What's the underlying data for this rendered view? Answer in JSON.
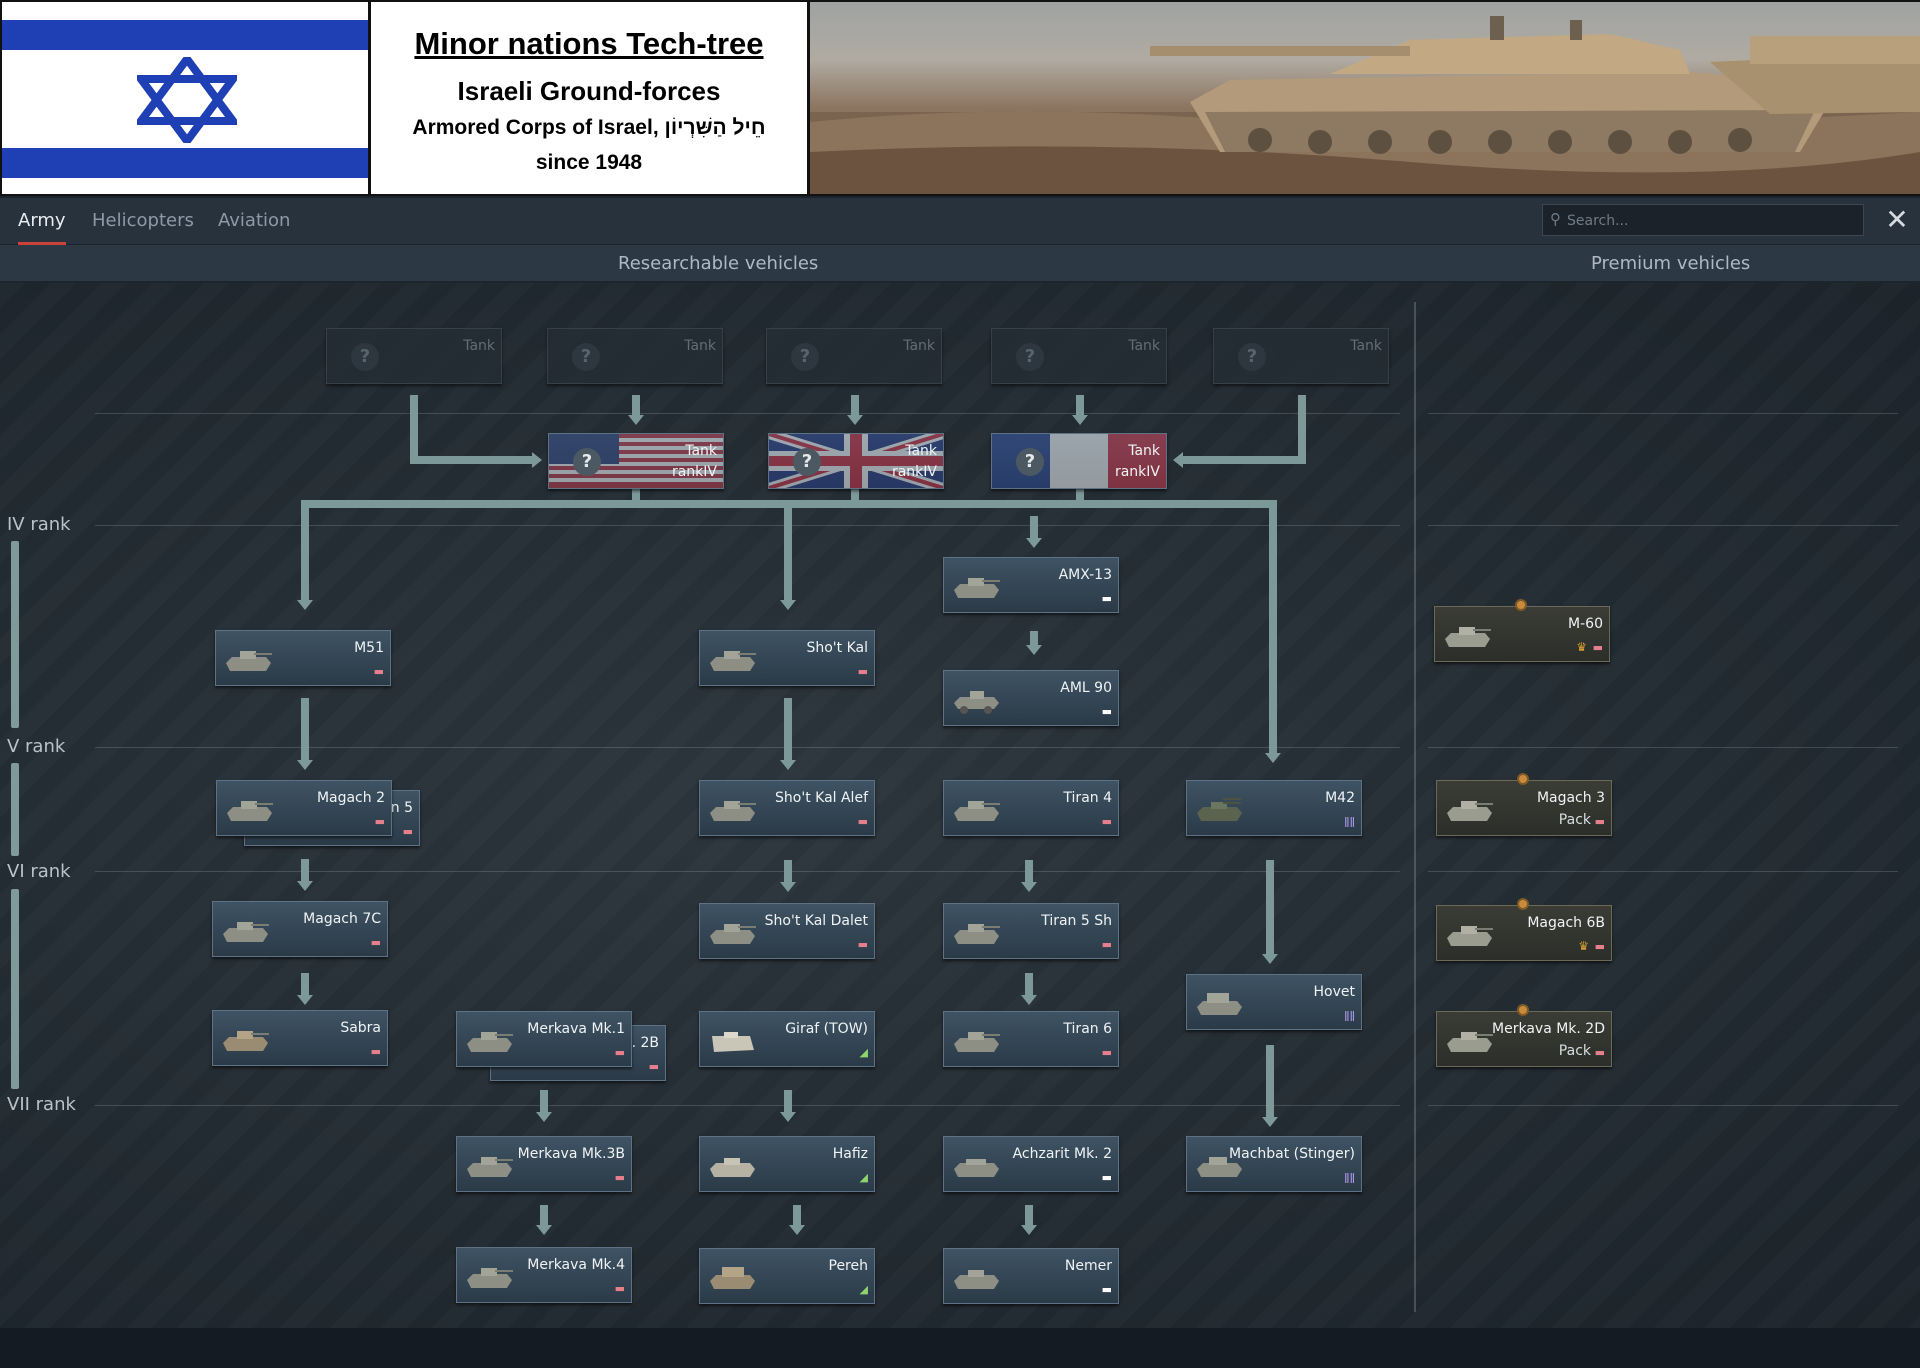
{
  "banner": {
    "title": "Minor nations Tech-tree",
    "subtitle": "Israeli Ground-forces",
    "line3": "Armored Corps of Israel, חֵיל הַשִּׁרְיוֹן",
    "line4": "since 1948"
  },
  "tabs": [
    {
      "label": "Army",
      "active": true
    },
    {
      "label": "Helicopters",
      "active": false
    },
    {
      "label": "Aviation",
      "active": false
    }
  ],
  "search": {
    "placeholder": "Search..."
  },
  "close_label": "✕",
  "columns": {
    "researchable": "Researchable vehicles",
    "premium": "Premium vehicles"
  },
  "ranks": [
    "IV rank",
    "V  rank",
    "VI rank",
    "VII rank"
  ],
  "class_icons": {
    "light": "▬",
    "medium": "▬",
    "spaa": "ǁǁ",
    "td": "◢",
    "unknown": "?"
  },
  "colors": {
    "medium": "#e57f8c",
    "light": "#ffffff",
    "spaa": "#a89ae8",
    "td": "#8ed46f",
    "premium_crown": "#d9a134"
  },
  "ghosts": [
    {
      "label": "Tank"
    },
    {
      "label": "Tank"
    },
    {
      "label": "Tank"
    },
    {
      "label": "Tank"
    },
    {
      "label": "Tank"
    }
  ],
  "feeders": [
    {
      "label": "Tank",
      "sub": "rankIV",
      "flag": "usa"
    },
    {
      "label": "Tank",
      "sub": "rankIV",
      "flag": "uk"
    },
    {
      "label": "Tank",
      "sub": "rankIV",
      "flag": "france"
    }
  ],
  "vehicles": {
    "amx13": {
      "name": "AMX-13",
      "cls": "light"
    },
    "aml90": {
      "name": "AML 90",
      "cls": "light"
    },
    "m51": {
      "name": "M51",
      "cls": "medium"
    },
    "shotkal": {
      "name": "Sho't Kal",
      "cls": "medium"
    },
    "magach2": {
      "name": "Magach 2",
      "cls": "medium"
    },
    "magach5": {
      "name": "n 5",
      "cls": "medium"
    },
    "shotkalalef": {
      "name": "Sho't Kal Alef",
      "cls": "medium"
    },
    "tiran4": {
      "name": "Tiran 4",
      "cls": "medium"
    },
    "m42": {
      "name": "M42",
      "cls": "spaa"
    },
    "magach7c": {
      "name": "Magach 7C",
      "cls": "medium"
    },
    "shotkaldalet": {
      "name": "Sho't Kal Dalet",
      "cls": "medium"
    },
    "tiran5sh": {
      "name": "Tiran 5 Sh",
      "cls": "medium"
    },
    "hovet": {
      "name": "Hovet",
      "cls": "spaa"
    },
    "sabra": {
      "name": "Sabra",
      "cls": "medium"
    },
    "merkava1": {
      "name": "Merkava Mk.1",
      "cls": "medium"
    },
    "merkava2b": {
      "name": ". 2B",
      "cls": "medium"
    },
    "giraf": {
      "name": "Giraf (TOW)",
      "cls": "td"
    },
    "tiran6": {
      "name": "Tiran 6",
      "cls": "medium"
    },
    "merkava3b": {
      "name": "Merkava Mk.3B",
      "cls": "medium"
    },
    "hafiz": {
      "name": "Hafiz",
      "cls": "td"
    },
    "achzarit": {
      "name": "Achzarit Mk. 2",
      "cls": "light"
    },
    "machbat": {
      "name": "Machbat (Stinger)",
      "cls": "spaa"
    },
    "merkava4": {
      "name": "Merkava Mk.4",
      "cls": "medium"
    },
    "pereh": {
      "name": "Pereh",
      "cls": "td"
    },
    "nemer": {
      "name": "Nemer",
      "cls": "light"
    }
  },
  "premium": {
    "m60": {
      "name": "M-60",
      "sub": ""
    },
    "magach3": {
      "name": "Magach 3",
      "sub": "Pack"
    },
    "magach6b": {
      "name": "Magach 6B",
      "sub": ""
    },
    "merkava2d": {
      "name": "Merkava Mk. 2D",
      "sub": "Pack"
    }
  }
}
